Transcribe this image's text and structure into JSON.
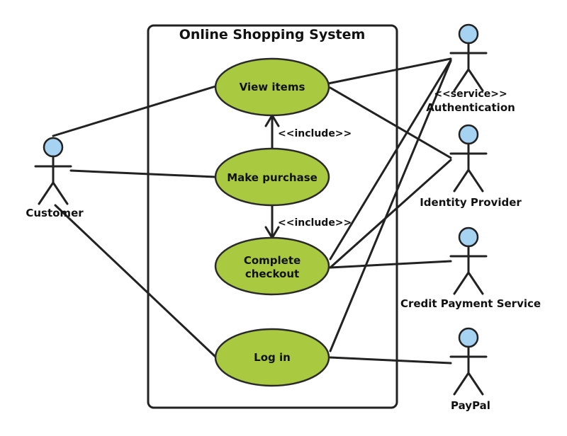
{
  "system": {
    "title": "Online Shopping System"
  },
  "use_cases": {
    "view_items": {
      "label": "View items"
    },
    "make_purchase": {
      "label": "Make purchase"
    },
    "complete_checkout": {
      "line1": "Complete",
      "line2": "checkout"
    },
    "log_in": {
      "label": "Log in"
    }
  },
  "actors": {
    "customer": {
      "label": "Customer"
    },
    "authentication": {
      "stereotype": "<<service>>",
      "label": "Authentication"
    },
    "identity_provider": {
      "label": "Identity Provider"
    },
    "credit_payment": {
      "label": "Credit Payment Service"
    },
    "paypal": {
      "label": "PayPal"
    }
  },
  "relations": {
    "include_view": "<<include>>",
    "include_checkout": "<<include>>"
  },
  "colors": {
    "use_case_fill": "#a9c940",
    "actor_head_fill": "#a6d3f2",
    "line": "#222222"
  }
}
